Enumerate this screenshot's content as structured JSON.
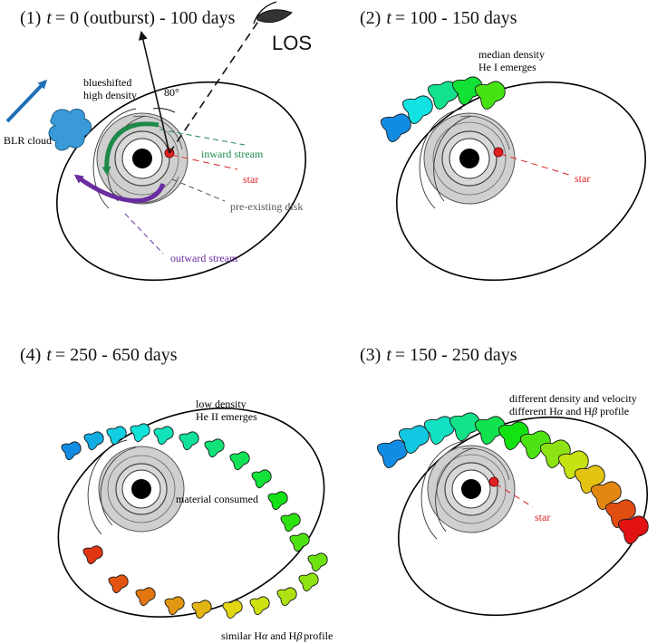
{
  "panels": {
    "p1": {
      "num": "(1)",
      "t": "t",
      "eq": "= 0 (outburst) - 100 days",
      "los": "LOS",
      "angle": "80°",
      "blr_1": "blueshifted",
      "blr_2": "high density",
      "blr_cloud": "BLR cloud",
      "inward": "inward stream",
      "star": "star",
      "disk": "pre-existing disk",
      "outward": "outward stream"
    },
    "p2": {
      "num": "(2)",
      "t": "t",
      "eq": "= 100 - 150 days",
      "ann_1": "median density",
      "ann_2": "He I emerges",
      "star": "star"
    },
    "p3": {
      "num": "(3)",
      "t": "t",
      "eq": "= 150 - 250 days",
      "ann_1": "different density and velocity",
      "ann_2a": "different H",
      "ann_2alpha": "α",
      "ann_2b": " and H",
      "ann_2beta": "β",
      "ann_2c": " profile",
      "star": "star"
    },
    "p4": {
      "num": "(4)",
      "t": "t",
      "eq": "= 250 - 650 days",
      "ann_1": "low density",
      "ann_2": "He II emerges",
      "consumed": "material consumed",
      "sim_a": "similar H",
      "sim_alpha": "α",
      "sim_b": " and H",
      "sim_beta": "β",
      "sim_c": "profile"
    }
  },
  "colors": {
    "inward_stream": "#1e8a4a",
    "outward_stream": "#6a2ca0",
    "star": "#e02020",
    "blr_cloud": "#3a9ad9",
    "disk_gray": "#c8c8c8",
    "arrow_blue": "#1f6fb5",
    "label_gray": "#555555"
  },
  "icons": {
    "eye": "eye-icon",
    "black_hole": "black-hole-icon",
    "star": "star-dot-icon",
    "cloud": "cloud-blob-icon"
  }
}
